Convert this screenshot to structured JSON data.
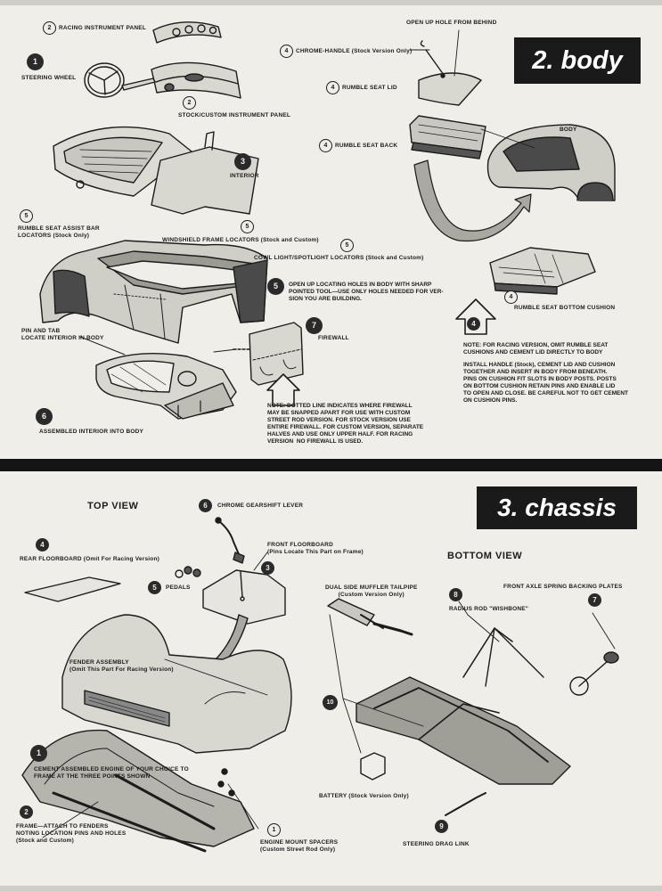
{
  "body_section": {
    "header": "2. body",
    "labels": {
      "racing_panel": "RACING INSTRUMENT PANEL",
      "steering_wheel": "STEERING WHEEL",
      "stock_panel": "STOCK/CUSTOM INSTRUMENT PANEL",
      "interior": "INTERIOR",
      "assist_bar": "RUMBLE SEAT ASSIST BAR\nLOCATORS (Stock Only)",
      "windshield": "WINDSHIELD FRAME LOCATORS  (Stock and Custom)",
      "cowl": "COWL LIGHT/SPOTLIGHT LOCATORS (Stock and Custom)",
      "open_holes": "OPEN UP LOCATING HOLES IN BODY WITH SHARP\nPOINTED TOOL—USE ONLY HOLES NEEDED FOR VER-\nSION YOU ARE BUILDING.",
      "pin_tab": "PIN AND TAB\nLOCATE INTERIOR IN BODY",
      "firewall": "FIREWALL",
      "assembled_interior": "ASSEMBLED INTERIOR INTO BODY",
      "firewall_note": "NOTE: DOTTED LINE INDICATES WHERE FIREWALL\nMAY BE SNAPPED APART FOR USE WITH CUSTOM\nSTREET ROD VERSION. FOR STOCK VERSION USE\nENTIRE FIREWALL. FOR CUSTOM VERSION, SEPARATE\nHALVES AND USE ONLY UPPER HALF. FOR RACING\nVERSION  NO FIREWALL IS USED.",
      "open_hole_behind": "OPEN UP HOLE FROM BEHIND",
      "chrome_handle": "CHROME-HANDLE (Stock Version Only)",
      "rumble_lid": "RUMBLE SEAT LID",
      "rumble_back": "RUMBLE SEAT BACK",
      "body": "BODY",
      "rumble_cushion": "RUMBLE SEAT BOTTOM CUSHION",
      "racing_note": "NOTE: FOR RACING VERSION, OMIT RUMBLE SEAT\nCUSHIONS AND CEMENT LID DIRECTLY TO BODY",
      "install_note": "INSTALL HANDLE (Stock), CEMENT LID AND CUSHION\nTOGETHER AND INSERT IN BODY FROM BENEATH.\nPINS ON CUSHION FIT SLOTS IN BODY POSTS. POSTS\nON BOTTOM CUSHION RETAIN PINS AND ENABLE LID\nTO OPEN AND CLOSE. BE CAREFUL NOT TO GET CEMENT\nON CUSHION PINS."
    },
    "steps": {
      "s_racing_panel": "2",
      "s_steering": "1",
      "s_stock_panel": "2",
      "s_interior": "3",
      "s_assist": "5",
      "s_windshield": "5",
      "s_cowl": "5",
      "s_open_holes": "5",
      "s_firewall": "7",
      "s_assembled": "6",
      "s_handle": "4",
      "s_lid": "4",
      "s_back": "4",
      "s_cushion": "4",
      "s_arrow": "4"
    }
  },
  "chassis_section": {
    "header": "3. chassis",
    "top_view": "TOP VIEW",
    "bottom_view": "BOTTOM VIEW",
    "labels": {
      "gearshift": "CHROME GEARSHIFT LEVER",
      "rear_floor": "REAR FLOORBOARD (Omit For Racing Version)",
      "front_floor": "FRONT FLOORBOARD\n(Pins Locate This Part on Frame)",
      "pedals": "PEDALS",
      "fender": "FENDER ASSEMBLY\n(Omit This Part For Racing Version)",
      "cement_engine": "CEMENT ASSEMBLED ENGINE OF YOUR CHOICE TO\nFRAME AT THE THREE POINTS SHOWN",
      "frame": "FRAME—ATTACH TO FENDERS\nNOTING LOCATION PINS AND HOLES\n(Stock and Custom)",
      "engine_mount": "ENGINE MOUNT SPACERS\n(Custom Street Rod Only)",
      "muffler": "DUAL SIDE MUFFLER TAILPIPE\n(Custom Version Only)",
      "radius_rod": "RADIUS ROD \"WISHBONE\"",
      "axle_plates": "FRONT AXLE SPRING BACKING PLATES",
      "battery": "BATTERY (Stock Version Only)",
      "drag_link": "STEERING DRAG LINK"
    },
    "steps": {
      "s_gearshift": "6",
      "s_rear_floor": "4",
      "s_front_floor": "3",
      "s_pedals": "5",
      "s_engine": "1",
      "s_frame": "2",
      "s_mount": "1",
      "s_radius": "8",
      "s_axle": "7",
      "s_muffler": "10",
      "s_drag": "9"
    }
  }
}
